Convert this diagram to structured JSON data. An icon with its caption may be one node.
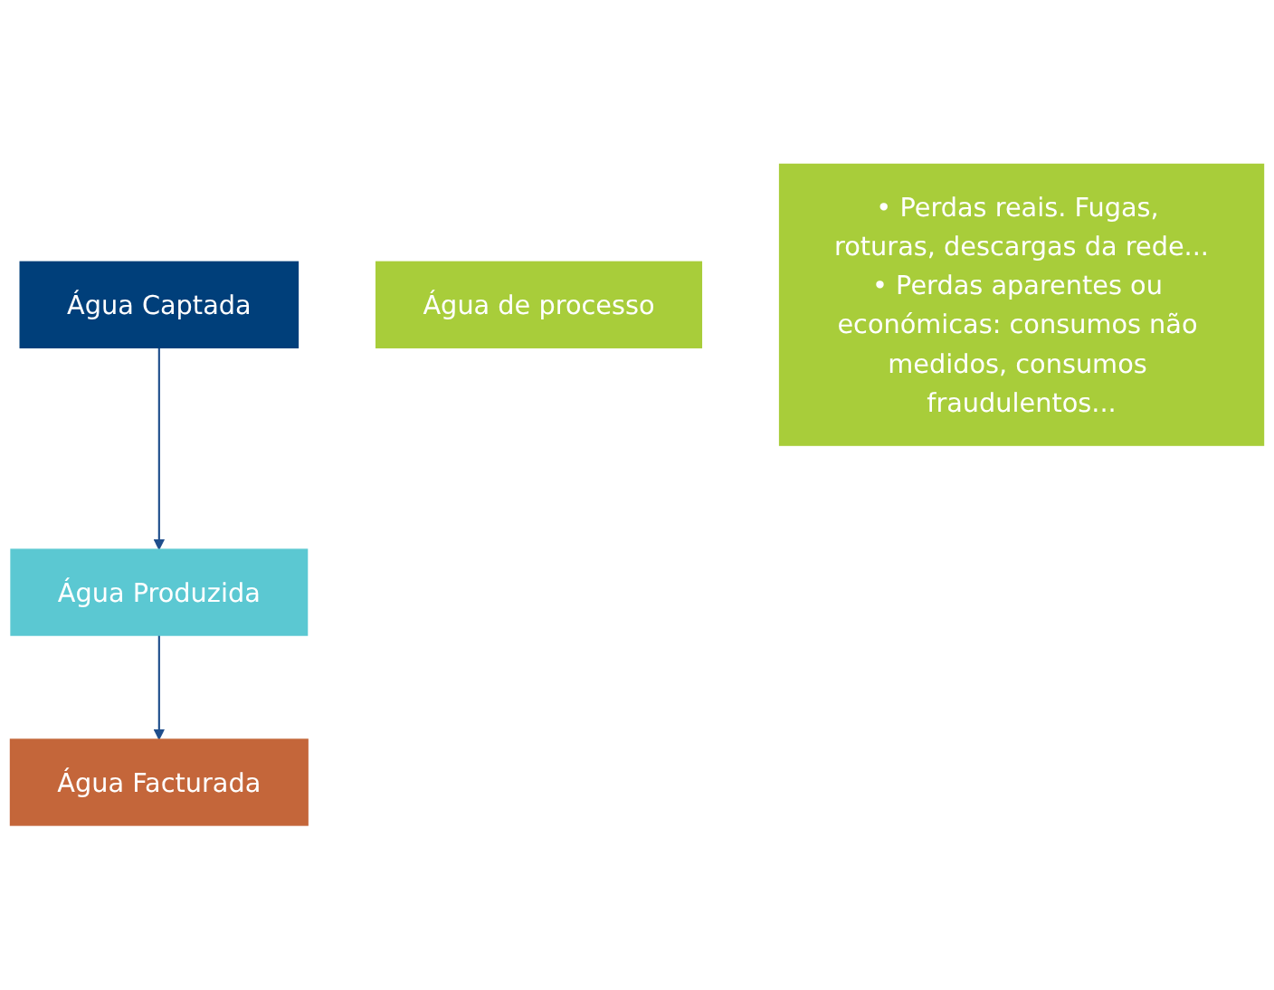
{
  "diagram": {
    "nodes": [
      {
        "text": [
          "Água Captada"
        ]
      },
      {
        "text": [
          "Água de processo"
        ]
      },
      {
        "text": [
          "Água Produzida"
        ]
      },
      {
        "text": [
          "• Perdas reais. Fugas, roturas, descargas da rede...",
          "• Perdas aparentes ou económicas: consumos não medidos, consumos fraudulentos..."
        ]
      },
      {
        "text": [
          "Água Facturada"
        ]
      }
    ],
    "edges": [
      {
        "from": 0,
        "to": 2,
        "arrow": "to"
      },
      {
        "from": 2,
        "to": 4,
        "arrow": "to"
      }
    ]
  }
}
